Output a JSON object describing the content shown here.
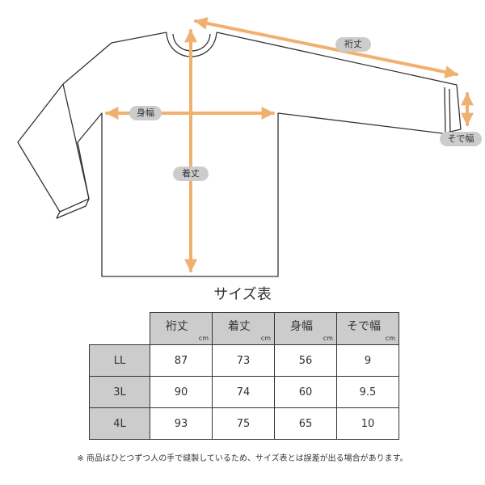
{
  "diagram": {
    "labels": {
      "sleeve_length": "裄丈",
      "body_width": "身幅",
      "body_length": "着丈",
      "cuff_width": "そで幅"
    },
    "colors": {
      "arrow": "#F0B070",
      "outline": "#333333",
      "pill": "#CCCCCC"
    }
  },
  "table": {
    "title": "サイズ表",
    "unit": "cm",
    "columns": [
      "裄丈",
      "着丈",
      "身幅",
      "そで幅"
    ],
    "rows": [
      {
        "size": "LL",
        "values": [
          "87",
          "73",
          "56",
          "9"
        ]
      },
      {
        "size": "3L",
        "values": [
          "90",
          "74",
          "60",
          "9.5"
        ]
      },
      {
        "size": "4L",
        "values": [
          "93",
          "75",
          "65",
          "10"
        ]
      }
    ]
  },
  "note": "※ 商品はひとつずつ人の手で縫製しているため、サイズ表とは誤差が出る場合があります。"
}
